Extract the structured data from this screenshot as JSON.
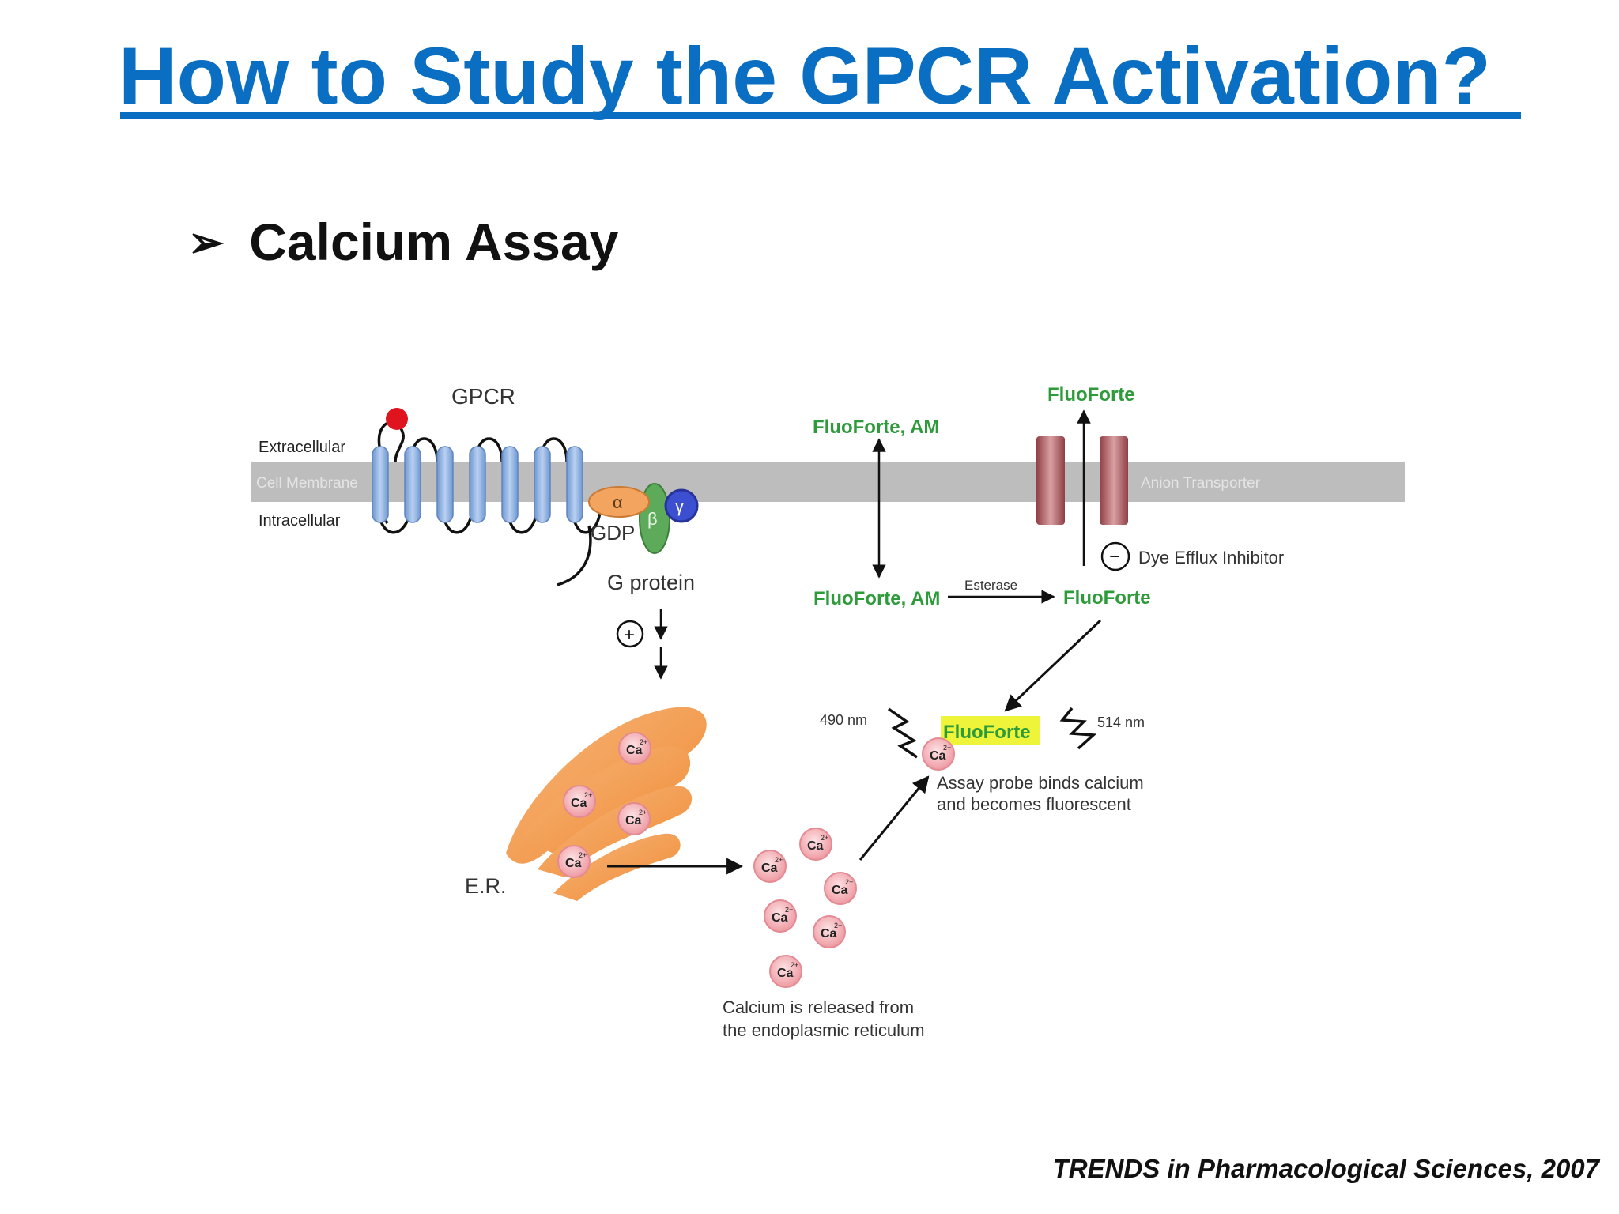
{
  "slide": {
    "title": "How to Study the GPCR Activation?",
    "bullet": "Calcium Assay",
    "bullet_icon": "arrowhead-bullet-icon",
    "citation": "TRENDS in Pharmacological Sciences, 2007"
  },
  "diagram": {
    "gpcr_label": "GPCR",
    "extracellular_label": "Extracellular",
    "membrane_label": "Cell Membrane",
    "intracellular_label": "Intracellular",
    "alpha_label": "α",
    "beta_label": "β",
    "gamma_label": "γ",
    "gdp_label": "GDP",
    "gprotein_label": "G protein",
    "plus_symbol": "+",
    "er_label": "E.R.",
    "ca_symbol": "Ca",
    "ca_charge": "2+",
    "ca_release_caption_line1": "Calcium is released from",
    "ca_release_caption_line2": "the endoplasmic reticulum",
    "fluoforte_am_top": "FluoForte, AM",
    "fluoforte_am_bottom": "FluoForte, AM",
    "esterase_label": "Esterase",
    "fluoforte_inner": "FluoForte",
    "fluoforte_top_right": "FluoForte",
    "anion_transporter_label": "Anion Transporter",
    "minus_symbol": "−",
    "dye_efflux_label": "Dye Efflux Inhibitor",
    "excitation_label": "490 nm",
    "emission_label": "514 nm",
    "fluoforte_bound": "FluoForte",
    "probe_caption_line1": "Assay probe binds calcium",
    "probe_caption_line2": "and becomes fluorescent",
    "colors": {
      "title_blue": "#0a6fc2",
      "membrane_gray": "#bdbdbd",
      "helix_blue": "#8fb3e2",
      "alpha_orange": "#f3a55f",
      "beta_green": "#5dab5a",
      "gamma_blue": "#3b4fd0",
      "ligand_red": "#e0141e",
      "er_orange": "#f39a4a",
      "calcium_pink": "#f2b8bd",
      "fluoforte_green": "#2e9b3a",
      "highlight_yellow": "#eef43a",
      "transporter_red": "#a9575a"
    }
  }
}
